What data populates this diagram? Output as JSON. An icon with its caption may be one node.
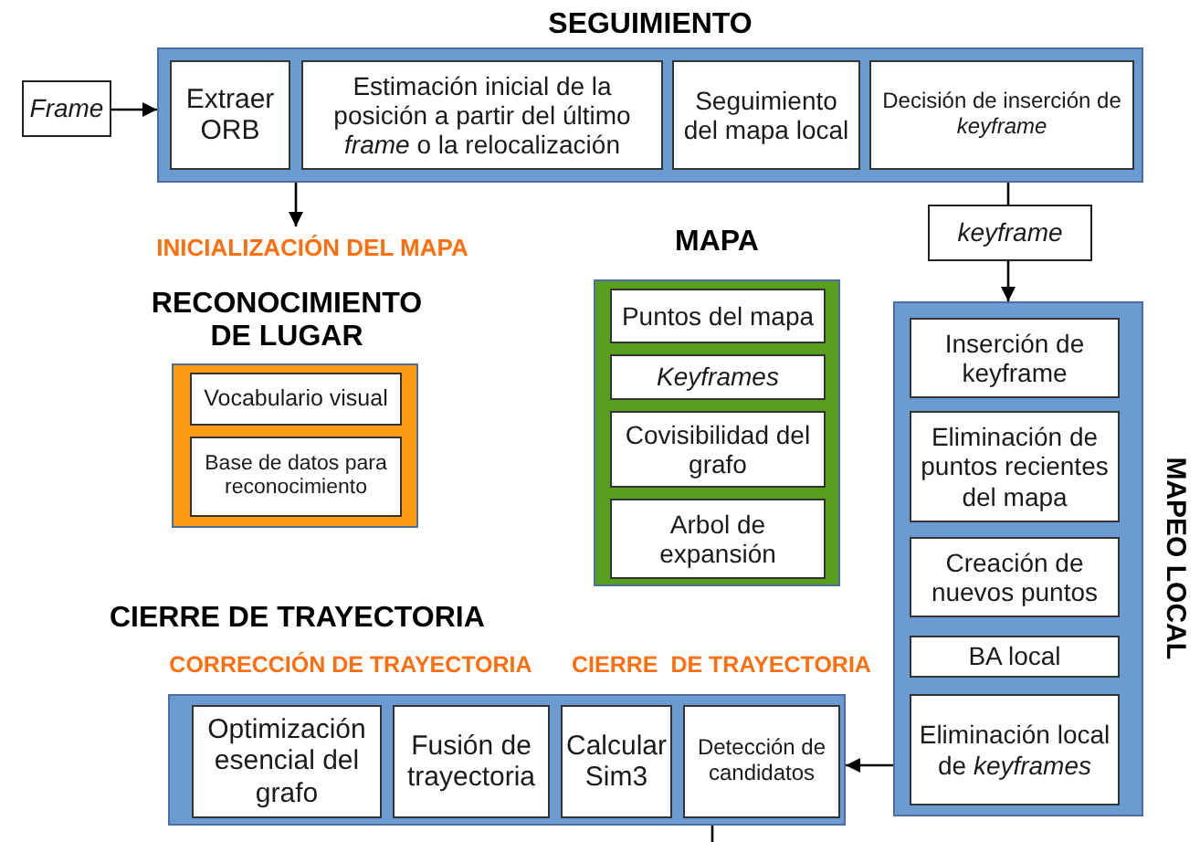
{
  "diagram": {
    "nodes": [
      {
        "text": [
          "Frame"
        ]
      },
      {
        "text": [
          "SEGUIMIENTO"
        ]
      },
      {
        "text": [
          "Extraer ORB"
        ],
        "in": 1
      },
      {
        "text": [
          "Estimación inicial de la posición a partir del último *frame* o la relocalización"
        ],
        "in": 1
      },
      {
        "text": [
          "Seguimiento del mapa local"
        ],
        "in": 1
      },
      {
        "text": [
          "Decisión de inserción de *keyframe*"
        ],
        "in": 1
      },
      {
        "text": [
          "INICIALIZACIÓN DEL MAPA"
        ]
      },
      {
        "text": [
          "keyframe"
        ]
      },
      {
        "text": [
          "MAPA"
        ]
      },
      {
        "text": [
          "Puntos del mapa"
        ],
        "in": 8
      },
      {
        "text": [
          "Keyframes"
        ],
        "in": 8
      },
      {
        "text": [
          "Covisibilidad del grafo"
        ],
        "in": 8
      },
      {
        "text": [
          "Arbol de expansión"
        ],
        "in": 8
      },
      {
        "text": [
          "RECONOCIMIENTO DE LUGAR"
        ]
      },
      {
        "text": [
          "Vocabulario visual"
        ],
        "in": 13
      },
      {
        "text": [
          "Base de datos para reconocimiento"
        ],
        "in": 13
      },
      {
        "text": [
          "MAPEO LOCAL"
        ]
      },
      {
        "text": [
          "Inserción de keyframe"
        ],
        "in": 16
      },
      {
        "text": [
          "Eliminación de puntos recientes del mapa"
        ],
        "in": 16
      },
      {
        "text": [
          "Creación de nuevos puntos"
        ],
        "in": 16
      },
      {
        "text": [
          "BA local"
        ],
        "in": 16
      },
      {
        "text": [
          "Eliminación local de *keyframes*"
        ],
        "in": 16
      },
      {
        "text": [
          "CIERRE DE TRAYECTORIA"
        ]
      },
      {
        "text": [
          "Optimización esencial del grafo"
        ],
        "in": 22
      },
      {
        "text": [
          "Fusión de trayectoria"
        ],
        "in": 22
      },
      {
        "text": [
          "Calcular Sim3"
        ],
        "in": 22
      },
      {
        "text": [
          "Detección de candidatos"
        ],
        "in": 22
      }
    ],
    "edges": [
      {
        "from": 0,
        "to": 1,
        "arrow": "to"
      },
      {
        "from": 1,
        "to": 6,
        "arrow": "to"
      },
      {
        "from": 1,
        "to": 7,
        "arrow": "none"
      },
      {
        "from": 7,
        "to": 16,
        "arrow": "to"
      },
      {
        "from": 16,
        "to": 22,
        "arrow": "to"
      },
      {
        "from": 22,
        "to": null,
        "arrow": "none"
      }
    ],
    "labels": [
      "CORRECCIÓN DE TRAYECTORIA",
      "CIERRE  DE TRAYECTORIA"
    ]
  }
}
